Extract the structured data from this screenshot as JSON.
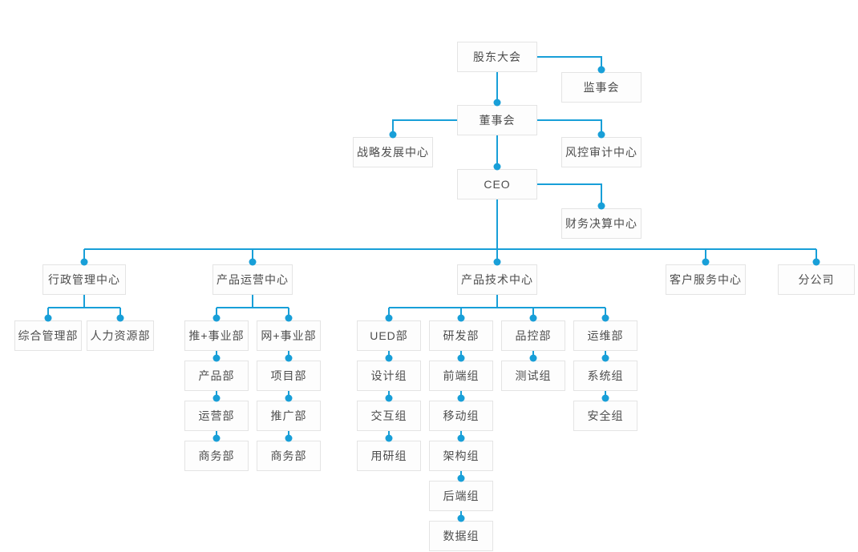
{
  "chart_type": "org-chart",
  "colors": {
    "line": "#189fd8",
    "dot": "#189fd8",
    "box_border": "#e4e4e4",
    "box_background": "#fdfdfd",
    "box_text": "#4d4d4d",
    "page_background": "#ffffff"
  },
  "nodes": {
    "shareholders_meeting": {
      "label": "股东大会"
    },
    "supervisory_board": {
      "label": "监事会"
    },
    "board_of_directors": {
      "label": "董事会"
    },
    "strategy_center": {
      "label": "战略发展中心"
    },
    "risk_audit_center": {
      "label": "风控审计中心"
    },
    "ceo": {
      "label": "CEO"
    },
    "finance_center": {
      "label": "财务决算中心"
    },
    "admin_center": {
      "label": "行政管理中心"
    },
    "ops_center": {
      "label": "产品运营中心"
    },
    "tech_center": {
      "label": "产品技术中心"
    },
    "customer_center": {
      "label": "客户服务中心"
    },
    "branch_company": {
      "label": "分公司"
    },
    "general_mgmt_dept": {
      "label": "综合管理部"
    },
    "hr_dept": {
      "label": "人力资源部"
    },
    "tui_division": {
      "label": "推+事业部"
    },
    "wang_division": {
      "label": "网+事业部"
    },
    "product_dept": {
      "label": "产品部"
    },
    "operation_dept": {
      "label": "运营部"
    },
    "business_dept_a": {
      "label": "商务部"
    },
    "project_dept": {
      "label": "项目部"
    },
    "promotion_dept": {
      "label": "推广部"
    },
    "business_dept_b": {
      "label": "商务部"
    },
    "ued_dept": {
      "label": "UED部"
    },
    "rd_dept": {
      "label": "研发部"
    },
    "qc_dept": {
      "label": "品控部"
    },
    "om_dept": {
      "label": "运维部"
    },
    "design_group": {
      "label": "设计组"
    },
    "interaction_group": {
      "label": "交互组"
    },
    "user_research_group": {
      "label": "用研组"
    },
    "frontend_group": {
      "label": "前端组"
    },
    "mobile_group": {
      "label": "移动组"
    },
    "architecture_group": {
      "label": "架构组"
    },
    "backend_group": {
      "label": "后端组"
    },
    "data_group": {
      "label": "数据组"
    },
    "testing_group": {
      "label": "测试组"
    },
    "system_group": {
      "label": "系统组"
    },
    "security_group": {
      "label": "安全组"
    }
  },
  "edges": [
    [
      "shareholders_meeting",
      "board_of_directors"
    ],
    [
      "shareholders_meeting",
      "supervisory_board"
    ],
    [
      "board_of_directors",
      "strategy_center"
    ],
    [
      "board_of_directors",
      "risk_audit_center"
    ],
    [
      "board_of_directors",
      "ceo"
    ],
    [
      "ceo",
      "finance_center"
    ],
    [
      "ceo",
      "admin_center"
    ],
    [
      "ceo",
      "ops_center"
    ],
    [
      "ceo",
      "tech_center"
    ],
    [
      "ceo",
      "customer_center"
    ],
    [
      "ceo",
      "branch_company"
    ],
    [
      "admin_center",
      "general_mgmt_dept"
    ],
    [
      "admin_center",
      "hr_dept"
    ],
    [
      "ops_center",
      "tui_division"
    ],
    [
      "ops_center",
      "wang_division"
    ],
    [
      "tui_division",
      "product_dept"
    ],
    [
      "product_dept",
      "operation_dept"
    ],
    [
      "operation_dept",
      "business_dept_a"
    ],
    [
      "wang_division",
      "project_dept"
    ],
    [
      "project_dept",
      "promotion_dept"
    ],
    [
      "promotion_dept",
      "business_dept_b"
    ],
    [
      "tech_center",
      "ued_dept"
    ],
    [
      "tech_center",
      "rd_dept"
    ],
    [
      "tech_center",
      "qc_dept"
    ],
    [
      "tech_center",
      "om_dept"
    ],
    [
      "ued_dept",
      "design_group"
    ],
    [
      "design_group",
      "interaction_group"
    ],
    [
      "interaction_group",
      "user_research_group"
    ],
    [
      "rd_dept",
      "frontend_group"
    ],
    [
      "frontend_group",
      "mobile_group"
    ],
    [
      "mobile_group",
      "architecture_group"
    ],
    [
      "architecture_group",
      "backend_group"
    ],
    [
      "backend_group",
      "data_group"
    ],
    [
      "qc_dept",
      "testing_group"
    ],
    [
      "om_dept",
      "system_group"
    ],
    [
      "system_group",
      "security_group"
    ]
  ]
}
